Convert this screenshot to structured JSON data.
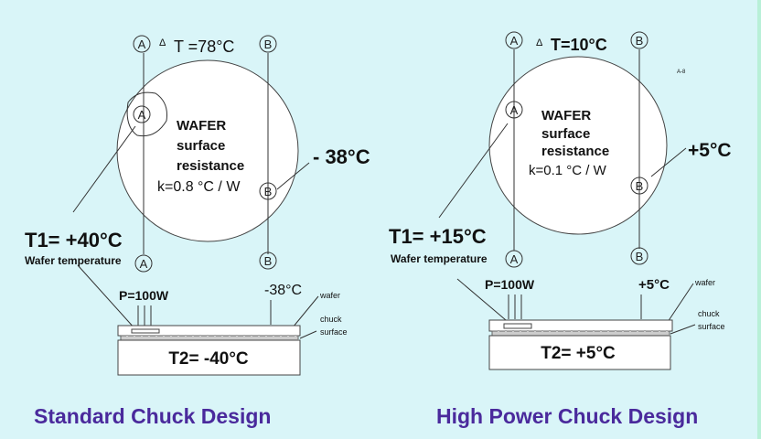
{
  "standard": {
    "delta_t": "T =78°C",
    "wafer_label": [
      "WAFER",
      "surface",
      "resistance"
    ],
    "k": "k=0.8 °C / W",
    "edge_temp": "- 38°C",
    "t1": "T1= +40°C",
    "t1_caption": "Wafer temperature",
    "power": "P=100W",
    "point_temp": "-38°C",
    "wafer": "wafer",
    "chuck": "chuck",
    "surface": "surface",
    "t2": "T2= -40°C",
    "title": "Standard Chuck Design"
  },
  "high_power": {
    "delta_t": "T=10°C",
    "wafer_label": [
      "WAFER",
      "surface",
      "resistance"
    ],
    "k": "k=0.1 °C / W",
    "edge_temp": "+5°C",
    "t1": "T1= +15°C",
    "t1_caption": "Wafer temperature",
    "power": "P=100W",
    "point_temp": "+5°C",
    "wafer": "wafer",
    "chuck": "chuck",
    "surface": "surface",
    "t2": "T2= +5°C",
    "title": "High Power Chuck Design",
    "slide_id": "A-8"
  },
  "markers": {
    "a": "A",
    "b": "B",
    "delta": "Δ"
  }
}
